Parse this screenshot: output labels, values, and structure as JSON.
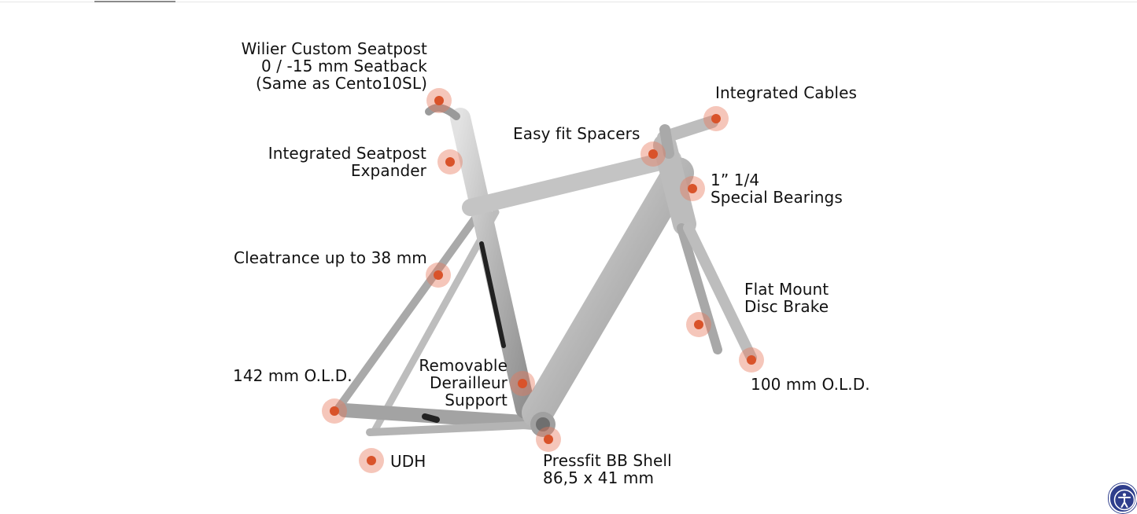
{
  "labels": {
    "seatpost": "Wilier Custom Seatpost\n0 / -15 mm Seatback\n(Same as Cento10SL)",
    "expander": "Integrated Seatpost\nExpander",
    "clearance": "Cleatrance up to 38 mm",
    "old_rear": "142 mm O.L.D.",
    "udh": "UDH",
    "derailleur": "Removable\nDerailleur\nSupport",
    "bb": "Pressfit BB Shell\n86,5 x 41 mm",
    "spacers": "Easy fit Spacers",
    "cables": "Integrated Cables",
    "bearings": "1” 1/4\nSpecial Bearings",
    "disc": "Flat Mount\nDisc Brake",
    "old_front": "100 mm O.L.D."
  },
  "colors": {
    "hotspot": "#d9532a",
    "frame": "#b9b9b9",
    "a11y": "#2f3e8c"
  },
  "icons": {
    "accessibility": "accessibility-icon"
  }
}
